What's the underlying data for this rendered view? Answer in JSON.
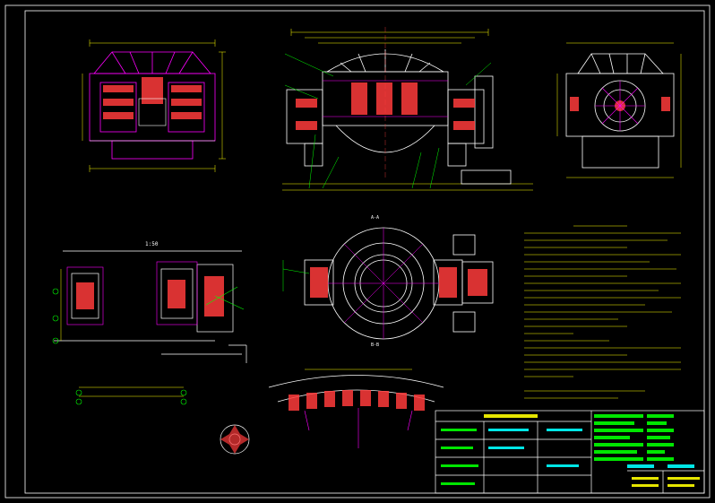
{
  "drawing": {
    "background": "#000000",
    "colors": {
      "frame": "#ffffff",
      "magenta": "#ff00ff",
      "red": "#ff3b3b",
      "yellow": "#ffff00",
      "green": "#00ff00",
      "cyan": "#00ffff",
      "white": "#ffffff",
      "blue": "#3b6bff"
    },
    "scale_label": "1:50",
    "section_labels": [
      "A-A",
      "B-B"
    ]
  }
}
